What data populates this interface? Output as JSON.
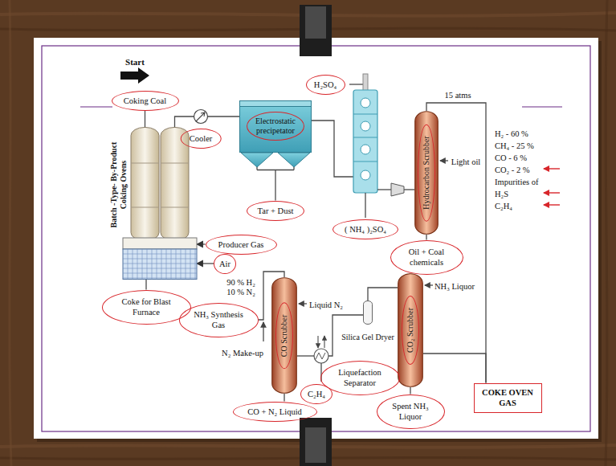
{
  "diagram": {
    "nodes": [
      {
        "text": [
          "Coking Coal"
        ]
      },
      {
        "text": [
          "Batch -Type- By-Product Coking Ovens"
        ]
      },
      {
        "text": [
          "Cooler"
        ]
      },
      {
        "text": [
          "Electrostatic precipetator"
        ]
      },
      {
        "text": [
          "H₂SO₄"
        ]
      },
      {
        "text": [
          "Hydrocarbon Scrubber"
        ]
      },
      {
        "text": [
          "Tar + Dust"
        ]
      },
      {
        "text": [
          "( NH₄ )₂SO₄"
        ]
      },
      {
        "text": [
          "Producer Gas"
        ]
      },
      {
        "text": [
          "Air"
        ]
      },
      {
        "text": [
          "Oil + Coal chemicals"
        ]
      },
      {
        "text": [
          "CO₂ Scrubber"
        ]
      },
      {
        "text": [
          "Coke for Blast Furnace"
        ]
      },
      {
        "text": [
          "NH₃ Synthesis Gas"
        ]
      },
      {
        "text": [
          "CO Scrubber"
        ]
      },
      {
        "text": [
          "Silica Gel Dryer"
        ]
      },
      {
        "text": [
          "Liquefaction Separator"
        ]
      },
      {
        "text": [
          "C₂H₄"
        ]
      },
      {
        "text": [
          "Spent NH₃ Liquor"
        ]
      },
      {
        "text": [
          "CO + N₂ Liquid"
        ]
      },
      {
        "text": [
          "COKE OVEN GAS"
        ]
      }
    ],
    "edges": [
      {
        "from": 0,
        "to": 1,
        "arrow": "none"
      },
      {
        "from": 1,
        "to": 2,
        "arrow": "none"
      },
      {
        "from": 2,
        "to": 3,
        "arrow": "none"
      },
      {
        "from": 3,
        "to": 6,
        "arrow": "none"
      },
      {
        "from": 8,
        "to": 1,
        "arrow": "to"
      },
      {
        "from": 9,
        "to": 1,
        "arrow": "to"
      },
      {
        "from": 1,
        "to": 12,
        "arrow": "none"
      },
      {
        "from": 5,
        "to": 10,
        "arrow": "none"
      },
      {
        "from": 5,
        "to": 20,
        "arrow": "none"
      },
      {
        "from": 20,
        "to": 11,
        "arrow": "none"
      },
      {
        "from": 11,
        "to": 15,
        "arrow": "none"
      },
      {
        "from": 11,
        "to": 18,
        "arrow": "none"
      },
      {
        "from": 14,
        "to": 19,
        "arrow": "none"
      },
      {
        "from": 14,
        "to": 13,
        "arrow": "none"
      }
    ],
    "labels": [
      "Start",
      "15 atms",
      "Light oil",
      "H₂ - 60 %",
      "CH₄ - 25 %",
      "CO - 6 %",
      "CO₂ - 2 %",
      "Impurities of",
      "H₂S",
      "C₂H₄",
      "NH₃ Liquor",
      "Liquid N₂",
      "90 % H₂",
      "10 % N₂",
      "N₂ Make-up"
    ]
  }
}
